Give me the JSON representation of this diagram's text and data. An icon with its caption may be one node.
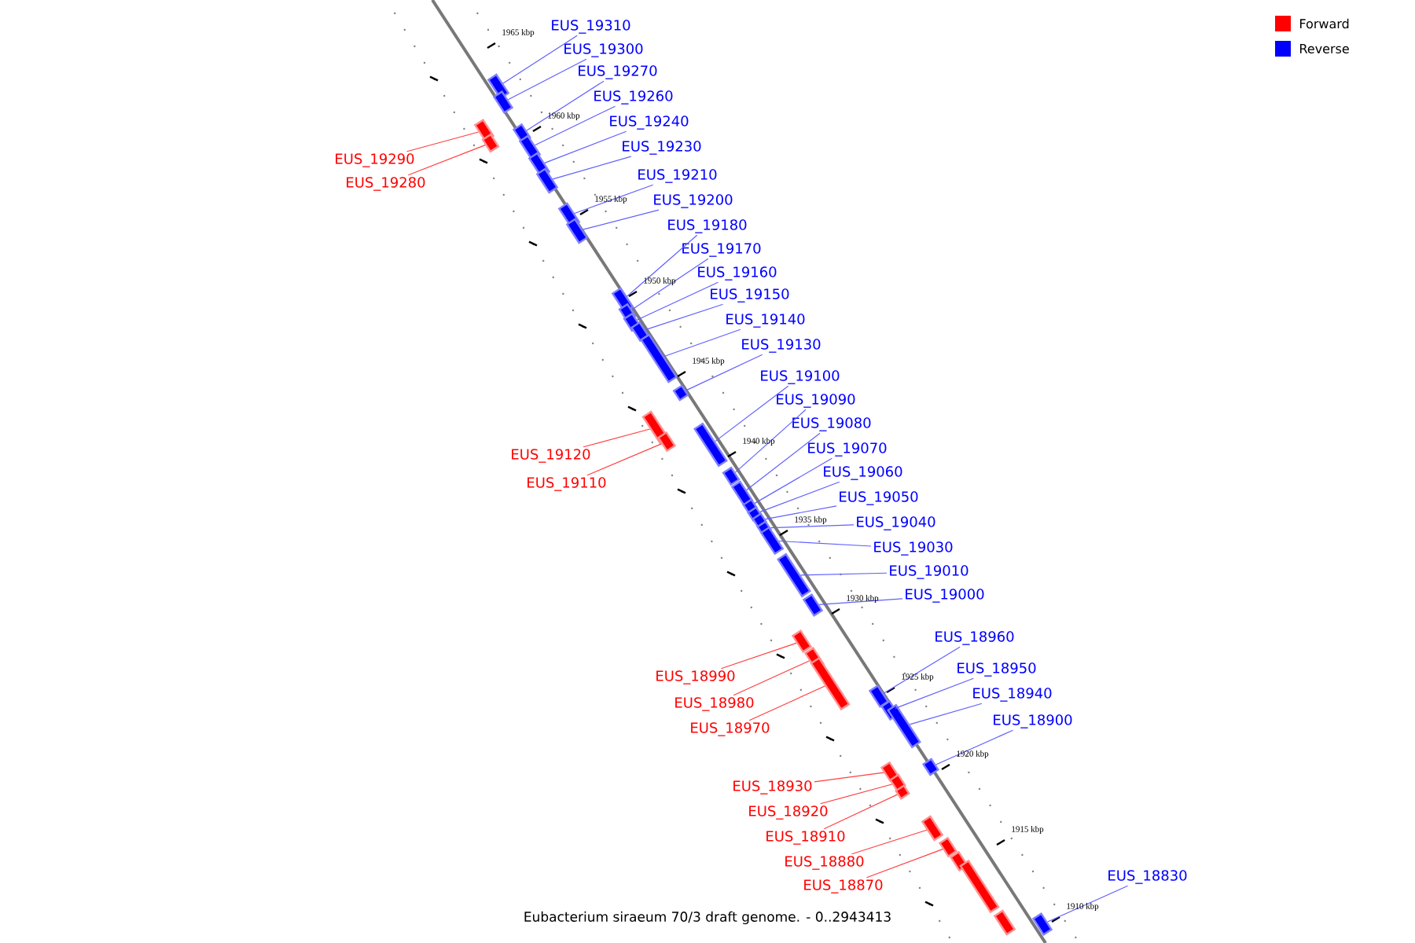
{
  "diagram": {
    "caption": "Eubacterium siraeum 70/3 draft genome. - 0..2943413",
    "nodes": [
      {
        "text": [
          "EUS_19310"
        ]
      },
      {
        "text": [],
        "shape": "bar"
      },
      {
        "text": [
          "EUS_19300"
        ]
      },
      {
        "text": [],
        "shape": "bar"
      },
      {
        "text": [
          "EUS_19270"
        ]
      },
      {
        "text": [],
        "shape": "bar"
      },
      {
        "text": [
          "EUS_19260"
        ]
      },
      {
        "text": [],
        "shape": "bar"
      },
      {
        "text": [
          "EUS_19240"
        ]
      },
      {
        "text": [],
        "shape": "bar"
      },
      {
        "text": [
          "EUS_19230"
        ]
      },
      {
        "text": [],
        "shape": "bar"
      },
      {
        "text": [
          "EUS_19290"
        ]
      },
      {
        "text": [],
        "shape": "bar"
      },
      {
        "text": [
          "EUS_19210"
        ]
      },
      {
        "text": [],
        "shape": "bar"
      },
      {
        "text": [
          "EUS_19280"
        ]
      },
      {
        "text": [],
        "shape": "bar"
      },
      {
        "text": [
          "EUS_19200"
        ]
      },
      {
        "text": [],
        "shape": "bar"
      },
      {
        "text": [
          "EUS_19180"
        ]
      },
      {
        "text": [],
        "shape": "bar"
      },
      {
        "text": [
          "EUS_19170"
        ]
      },
      {
        "text": [],
        "shape": "bar"
      },
      {
        "text": [
          "EUS_19160"
        ]
      },
      {
        "text": [],
        "shape": "bar"
      },
      {
        "text": [
          "EUS_19150"
        ]
      },
      {
        "text": [],
        "shape": "bar"
      },
      {
        "text": [
          "EUS_19140"
        ]
      },
      {
        "text": [],
        "shape": "bar"
      },
      {
        "text": [
          "EUS_19130"
        ]
      },
      {
        "text": [],
        "shape": "bar"
      },
      {
        "text": [
          "EUS_19100"
        ]
      },
      {
        "text": [],
        "shape": "bar"
      },
      {
        "text": [
          "EUS_19090"
        ]
      },
      {
        "text": [],
        "shape": "bar"
      },
      {
        "text": [
          "EUS_19080"
        ]
      },
      {
        "text": [],
        "shape": "bar"
      },
      {
        "text": [
          "EUS_19120"
        ]
      },
      {
        "text": [],
        "shape": "bar"
      },
      {
        "text": [
          "EUS_19070"
        ]
      },
      {
        "text": [],
        "shape": "bar"
      },
      {
        "text": [
          "EUS_19060"
        ]
      },
      {
        "text": [],
        "shape": "bar"
      },
      {
        "text": [
          "EUS_19050"
        ]
      },
      {
        "text": [],
        "shape": "bar"
      },
      {
        "text": [
          "EUS_19110"
        ]
      },
      {
        "text": [],
        "shape": "bar"
      },
      {
        "text": [
          "EUS_19040"
        ]
      },
      {
        "text": [],
        "shape": "bar"
      },
      {
        "text": [
          "EUS_19030"
        ]
      },
      {
        "text": [],
        "shape": "bar"
      },
      {
        "text": [
          "EUS_19010"
        ]
      },
      {
        "text": [],
        "shape": "bar"
      },
      {
        "text": [
          "EUS_19000"
        ]
      },
      {
        "text": [],
        "shape": "bar"
      },
      {
        "text": [
          "EUS_18990"
        ]
      },
      {
        "text": [],
        "shape": "bar"
      },
      {
        "text": [
          "EUS_18960"
        ]
      },
      {
        "text": [],
        "shape": "bar"
      },
      {
        "text": [
          "EUS_18950"
        ]
      },
      {
        "text": [],
        "shape": "bar"
      },
      {
        "text": [
          "EUS_18980"
        ]
      },
      {
        "text": [],
        "shape": "bar"
      },
      {
        "text": [
          "EUS_18940"
        ]
      },
      {
        "text": [],
        "shape": "bar"
      },
      {
        "text": [
          "EUS_18970"
        ]
      },
      {
        "text": [],
        "shape": "bar"
      },
      {
        "text": [
          "EUS_18900"
        ]
      },
      {
        "text": [],
        "shape": "bar"
      },
      {
        "text": [
          "EUS_18930"
        ]
      },
      {
        "text": [],
        "shape": "bar"
      },
      {
        "text": [
          "EUS_18920"
        ]
      },
      {
        "text": [],
        "shape": "bar"
      },
      {
        "text": [
          "EUS_18910"
        ]
      },
      {
        "text": [],
        "shape": "bar"
      },
      {
        "text": [
          "EUS_18880"
        ]
      },
      {
        "text": [],
        "shape": "bar"
      },
      {
        "text": [
          "EUS_18870"
        ]
      },
      {
        "text": [],
        "shape": "bar"
      },
      {
        "text": [
          "EUS_18830"
        ]
      },
      {
        "text": [],
        "shape": "bar"
      },
      {
        "text": [],
        "shape": "bar"
      },
      {
        "text": [],
        "shape": "bar"
      },
      {
        "text": [],
        "shape": "bar"
      }
    ],
    "edges": [
      {
        "from": 0,
        "to": 1,
        "arrow": "none"
      },
      {
        "from": 2,
        "to": 3,
        "arrow": "none"
      },
      {
        "from": 4,
        "to": 5,
        "arrow": "none"
      },
      {
        "from": 6,
        "to": 7,
        "arrow": "none"
      },
      {
        "from": 8,
        "to": 9,
        "arrow": "none"
      },
      {
        "from": 10,
        "to": 11,
        "arrow": "none"
      },
      {
        "from": 12,
        "to": 13,
        "arrow": "none",
        "color": "#ff4040"
      },
      {
        "from": 14,
        "to": 15,
        "arrow": "none"
      },
      {
        "from": 16,
        "to": 17,
        "arrow": "none",
        "color": "#ff4040"
      },
      {
        "from": 18,
        "to": 19,
        "arrow": "none"
      },
      {
        "from": 20,
        "to": 21,
        "arrow": "none"
      },
      {
        "from": 22,
        "to": 23,
        "arrow": "none"
      },
      {
        "from": 24,
        "to": 25,
        "arrow": "none"
      },
      {
        "from": 26,
        "to": 27,
        "arrow": "none"
      },
      {
        "from": 28,
        "to": 29,
        "arrow": "none"
      },
      {
        "from": 30,
        "to": 31,
        "arrow": "none"
      },
      {
        "from": 32,
        "to": 33,
        "arrow": "none"
      },
      {
        "from": 34,
        "to": 35,
        "arrow": "none"
      },
      {
        "from": 36,
        "to": 37,
        "arrow": "none"
      },
      {
        "from": 38,
        "to": 39,
        "arrow": "none",
        "color": "#ff4040"
      },
      {
        "from": 40,
        "to": 41,
        "arrow": "none"
      },
      {
        "from": 42,
        "to": 43,
        "arrow": "none"
      },
      {
        "from": 44,
        "to": 45,
        "arrow": "none"
      },
      {
        "from": 46,
        "to": 47,
        "arrow": "none",
        "color": "#ff4040"
      },
      {
        "from": 48,
        "to": 49,
        "arrow": "none"
      },
      {
        "from": 50,
        "to": 51,
        "arrow": "none"
      },
      {
        "from": 52,
        "to": 53,
        "arrow": "none"
      },
      {
        "from": 54,
        "to": 55,
        "arrow": "none"
      },
      {
        "from": 56,
        "to": 57,
        "arrow": "none",
        "color": "#ff4040"
      },
      {
        "from": 58,
        "to": 59,
        "arrow": "none"
      },
      {
        "from": 60,
        "to": 61,
        "arrow": "none"
      },
      {
        "from": 62,
        "to": 63,
        "arrow": "none",
        "color": "#ff4040"
      },
      {
        "from": 64,
        "to": 65,
        "arrow": "none"
      },
      {
        "from": 66,
        "to": 67,
        "arrow": "none",
        "color": "#ff4040"
      },
      {
        "from": 68,
        "to": 69,
        "arrow": "none"
      },
      {
        "from": 70,
        "to": 71,
        "arrow": "none",
        "color": "#ff4040"
      },
      {
        "from": 72,
        "to": 73,
        "arrow": "none",
        "color": "#ff4040"
      },
      {
        "from": 74,
        "to": 75,
        "arrow": "none",
        "color": "#ff4040"
      },
      {
        "from": 76,
        "to": 77,
        "arrow": "none",
        "color": "#ff4040"
      },
      {
        "from": 78,
        "to": 79,
        "arrow": "none",
        "color": "#ff4040"
      },
      {
        "from": 80,
        "to": 81,
        "arrow": "none"
      }
    ],
    "labels": [
      "1965 kbp",
      "1960 kbp",
      "1955 kbp",
      "1950 kbp",
      "1945 kbp",
      "1940 kbp",
      "1935 kbp",
      "1930 kbp",
      "1925 kbp",
      "1920 kbp",
      "1915 kbp",
      "1910 kbp"
    ],
    "legend": [
      {
        "text": "Forward",
        "color": "#ff0000"
      },
      {
        "text": "Reverse",
        "color": "#0000ff"
      }
    ]
  }
}
